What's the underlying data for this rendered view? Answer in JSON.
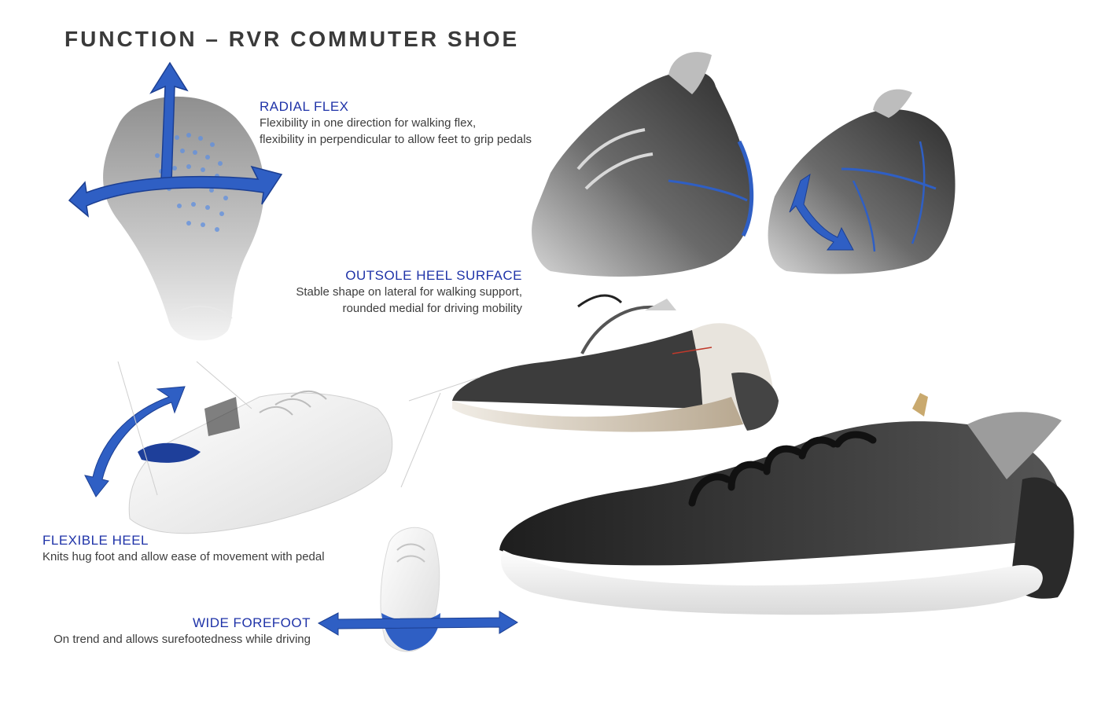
{
  "title": "FUNCTION – RVR COMMUTER SHOE",
  "colors": {
    "accent_blue": "#1f33a8",
    "arrow_blue": "#2f5fc4",
    "body_text": "#3d3d3d",
    "title_text": "#3a3a3a"
  },
  "features": [
    {
      "heading": "RADIAL FLEX",
      "lines": [
        "Flexibility in one direction for walking flex,",
        "flexibility in perpendicular to allow feet to grip pedals"
      ]
    },
    {
      "heading": "OUTSOLE HEEL SURFACE",
      "lines": [
        "Stable shape on lateral for walking support,",
        "rounded medial for driving mobility"
      ]
    },
    {
      "heading": "FLEXIBLE HEEL",
      "lines": [
        "Knits hug foot and allow ease of movement with pedal"
      ]
    },
    {
      "heading": "WIDE FOREFOOT",
      "lines": [
        "On trend and allows surefootedness while driving"
      ]
    }
  ],
  "icons": {
    "radial_flex_arrows": "four-way-arrow-icon",
    "heel_flex_arrow": "curved-double-arrow-icon",
    "forefoot_arrow": "horizontal-double-arrow-icon",
    "outsole_arrow": "diagonal-double-arrow-icon"
  }
}
